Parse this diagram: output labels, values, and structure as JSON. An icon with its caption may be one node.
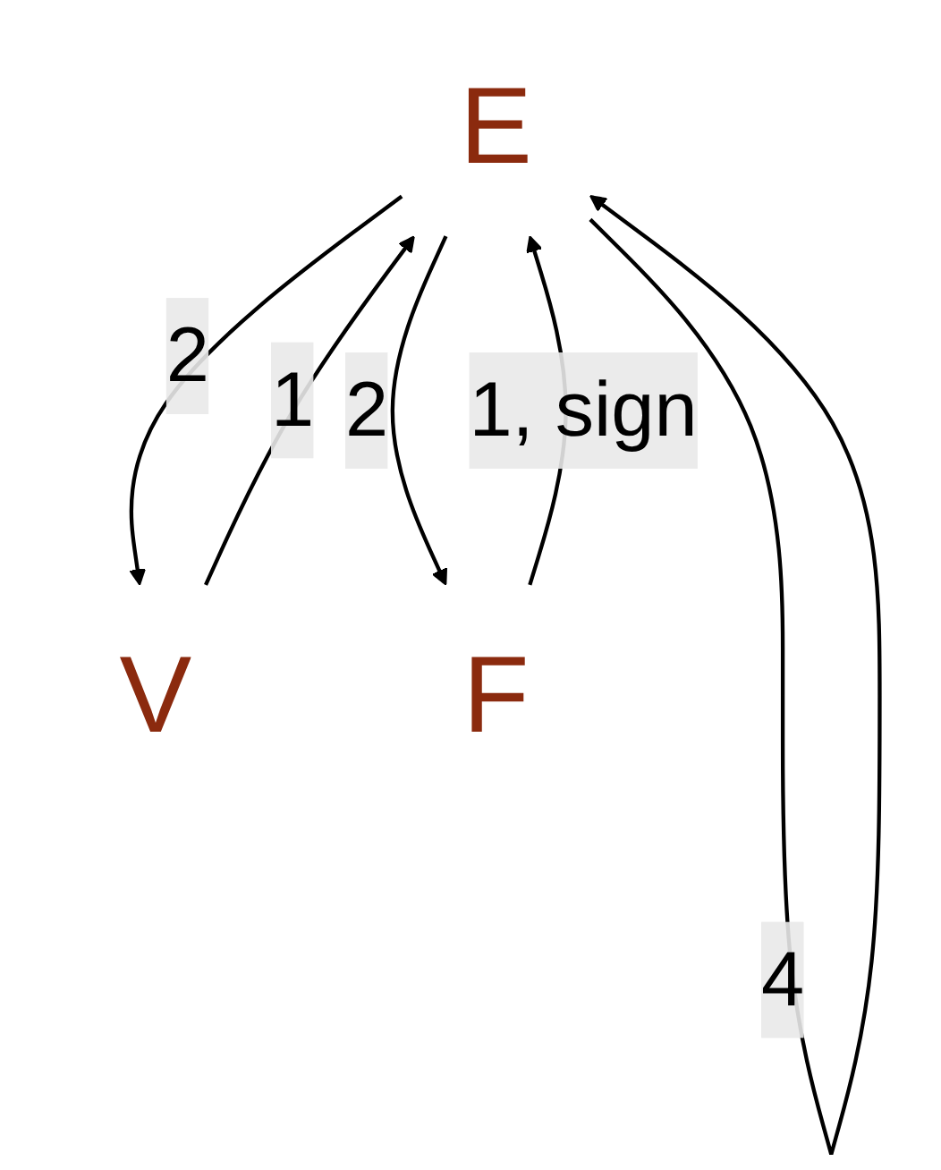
{
  "diagram": {
    "nodes": [
      {
        "text": [
          "E"
        ]
      },
      {
        "text": [
          "V"
        ]
      },
      {
        "text": [
          "F"
        ]
      }
    ],
    "edges": [
      {
        "from": 0,
        "to": 0,
        "arrow": "to",
        "label": "4"
      },
      {
        "from": 0,
        "to": 1,
        "arrow": "to",
        "label": "2"
      },
      {
        "from": 1,
        "to": 0,
        "arrow": "to",
        "label": "1"
      },
      {
        "from": 0,
        "to": 2,
        "arrow": "to",
        "label": "2"
      },
      {
        "from": 2,
        "to": 0,
        "arrow": "to",
        "label": "1, sign"
      }
    ]
  }
}
